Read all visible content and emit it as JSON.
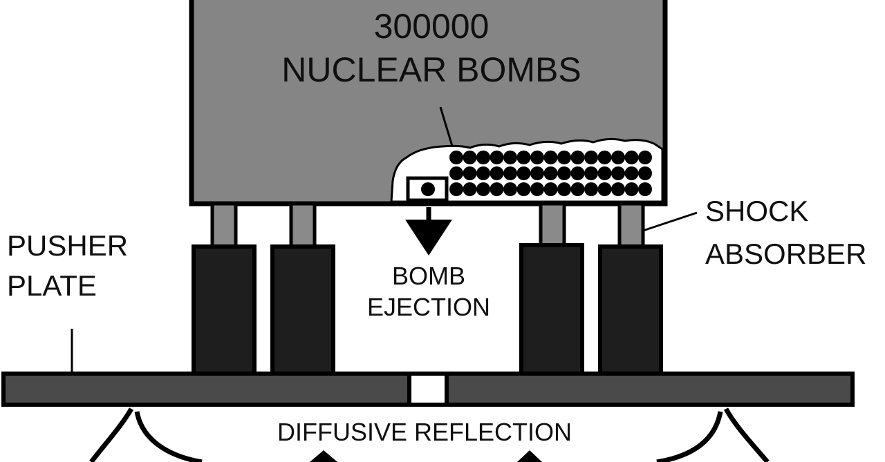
{
  "labels": {
    "magazine_count": "300000",
    "magazine_name": "NUCLEAR BOMBS",
    "shock_absorber_line1": "SHOCK",
    "shock_absorber_line2": "ABSORBER",
    "pusher_plate_line1": "PUSHER",
    "pusher_plate_line2": "PLATE",
    "bomb_ejection_line1": "BOMB",
    "bomb_ejection_line2": "EJECTION",
    "diffusive_reflection": "DIFFUSIVE REFLECTION"
  },
  "colors": {
    "magazine_fill": "#858585",
    "absorber_fill": "#1e1e1e",
    "piston_rod_fill": "#8a8a8a",
    "pusher_plate_fill": "#4a4a4a",
    "outline": "#000000",
    "background": "#ffffff"
  }
}
